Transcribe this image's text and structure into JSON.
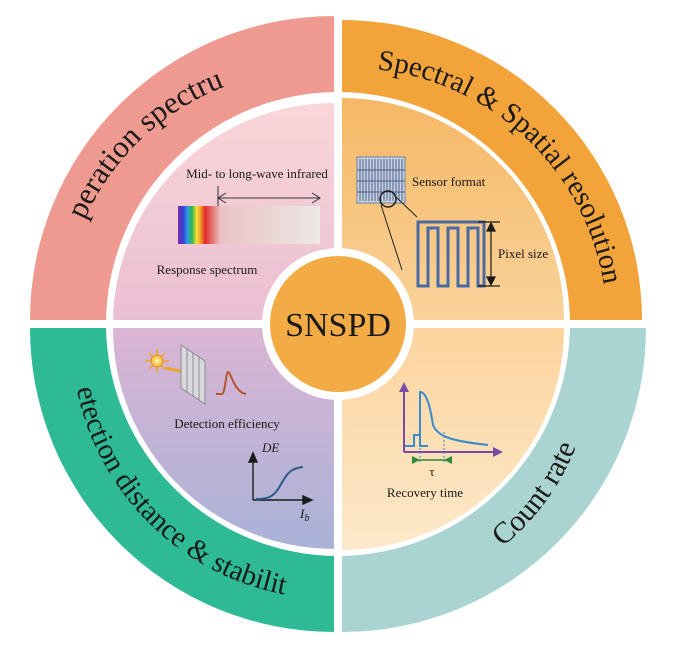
{
  "center_label": "SNSPD",
  "outer_ring": {
    "top_left": "Operation spectrum",
    "top_right": "Spectral & Spatial resolution",
    "bottom_left": "Detection distance & stability",
    "bottom_right": "Count rate"
  },
  "quadrant_tl": {
    "band_label": "Mid- to long-wave infrared",
    "caption": "Response spectrum"
  },
  "quadrant_tr": {
    "sensor_label": "Sensor format",
    "pixel_label": "Pixel size"
  },
  "quadrant_bl": {
    "caption": "Detection efficiency",
    "y_axis": "DE",
    "x_axis_main": "I",
    "x_axis_sub": "b"
  },
  "quadrant_br": {
    "tau": "τ",
    "caption": "Recovery time"
  },
  "colors": {
    "outer_tl": "#ef9a90",
    "outer_tr": "#f2a33a",
    "outer_bl": "#2dba94",
    "outer_br": "#a9d4d1",
    "center": "#f2ab45"
  }
}
